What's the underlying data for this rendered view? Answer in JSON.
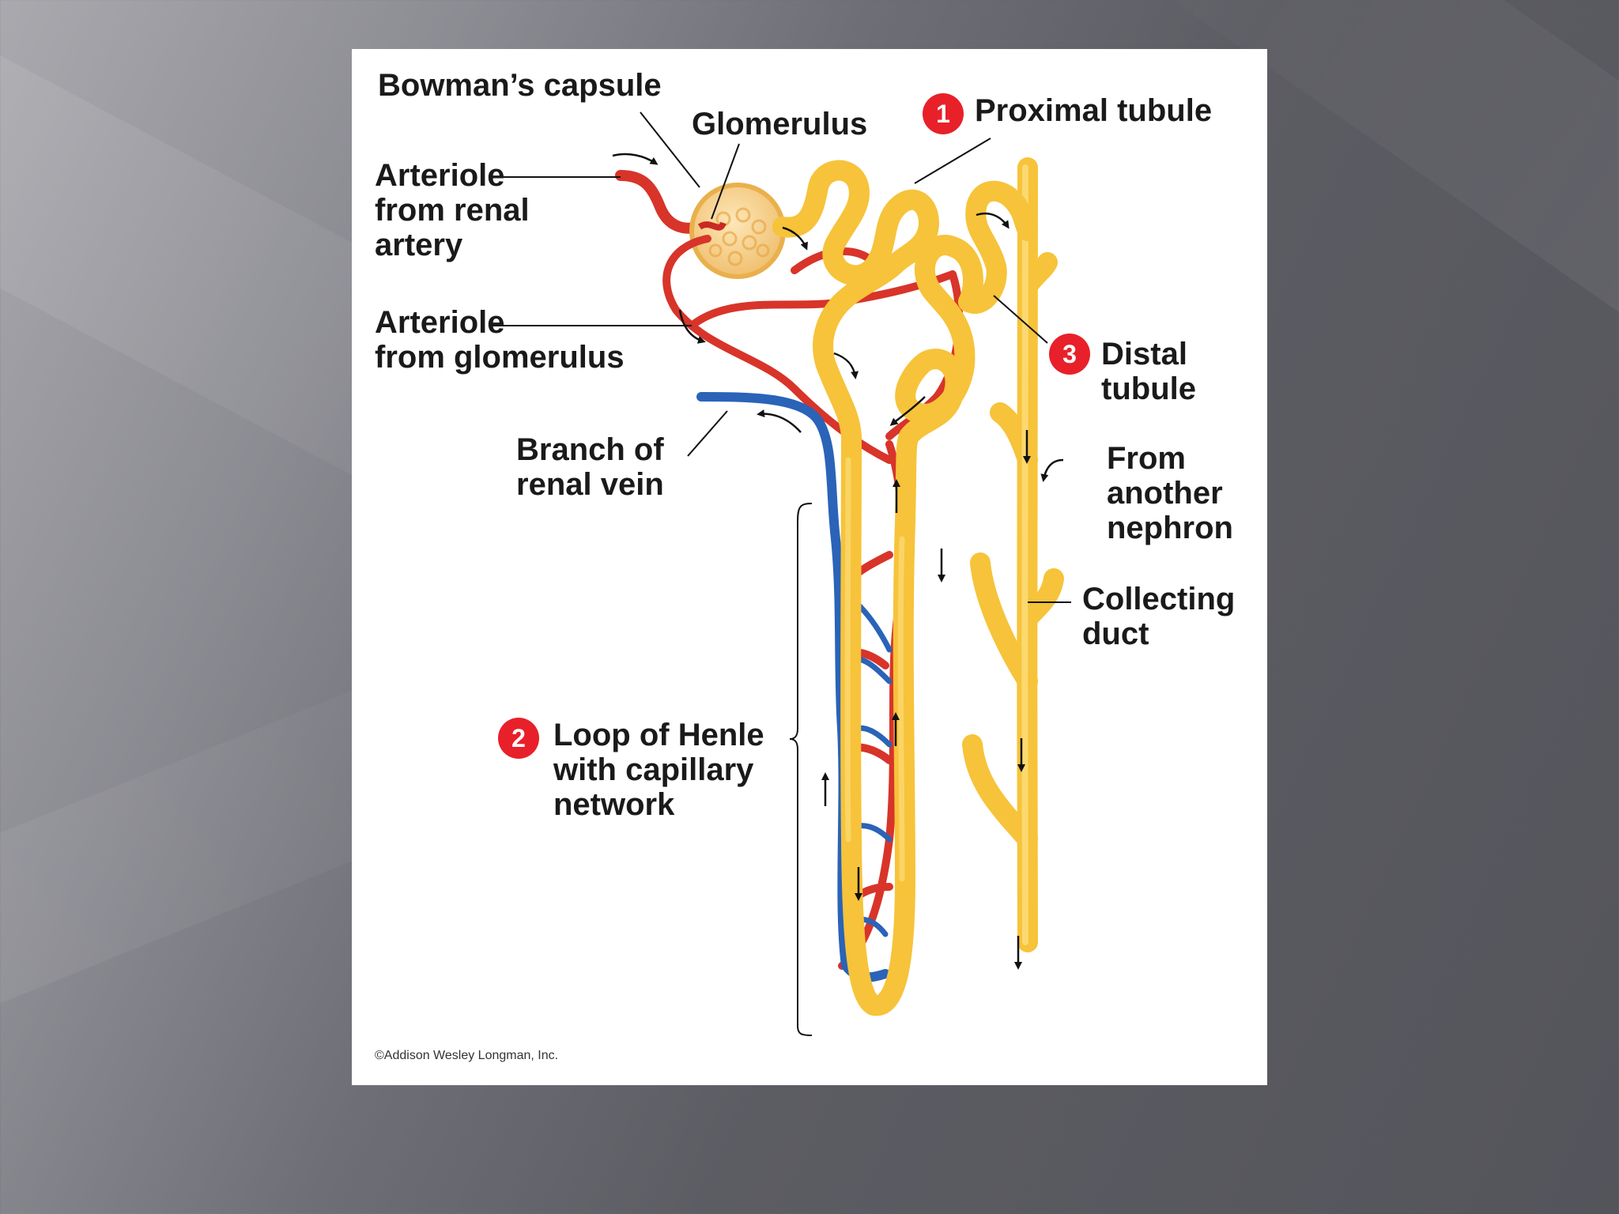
{
  "labels": {
    "bowmans_capsule": "Bowman’s capsule",
    "glomerulus": "Glomerulus",
    "proximal_tubule": "Proximal tubule",
    "arteriole_renal_artery": [
      "Arteriole",
      "from renal",
      "artery"
    ],
    "arteriole_glomerulus": [
      "Arteriole",
      "from glomerulus"
    ],
    "distal_tubule": [
      "Distal",
      "tubule"
    ],
    "branch_renal_vein": [
      "Branch of",
      "renal vein"
    ],
    "from_another_nephron": [
      "From",
      "another",
      "nephron"
    ],
    "collecting_duct": [
      "Collecting",
      "duct"
    ],
    "loop_of_henle": [
      "Loop of Henle",
      "with capillary",
      "network"
    ]
  },
  "badges": {
    "proximal": "1",
    "loop": "2",
    "distal": "3"
  },
  "credit": "©Addison Wesley Longman, Inc.",
  "colors": {
    "tubule": "#f6c33a",
    "tubule_light": "#fbd970",
    "artery": "#d8342a",
    "vein": "#2a63b8",
    "badge": "#e8202a",
    "panel": "#ffffff"
  }
}
